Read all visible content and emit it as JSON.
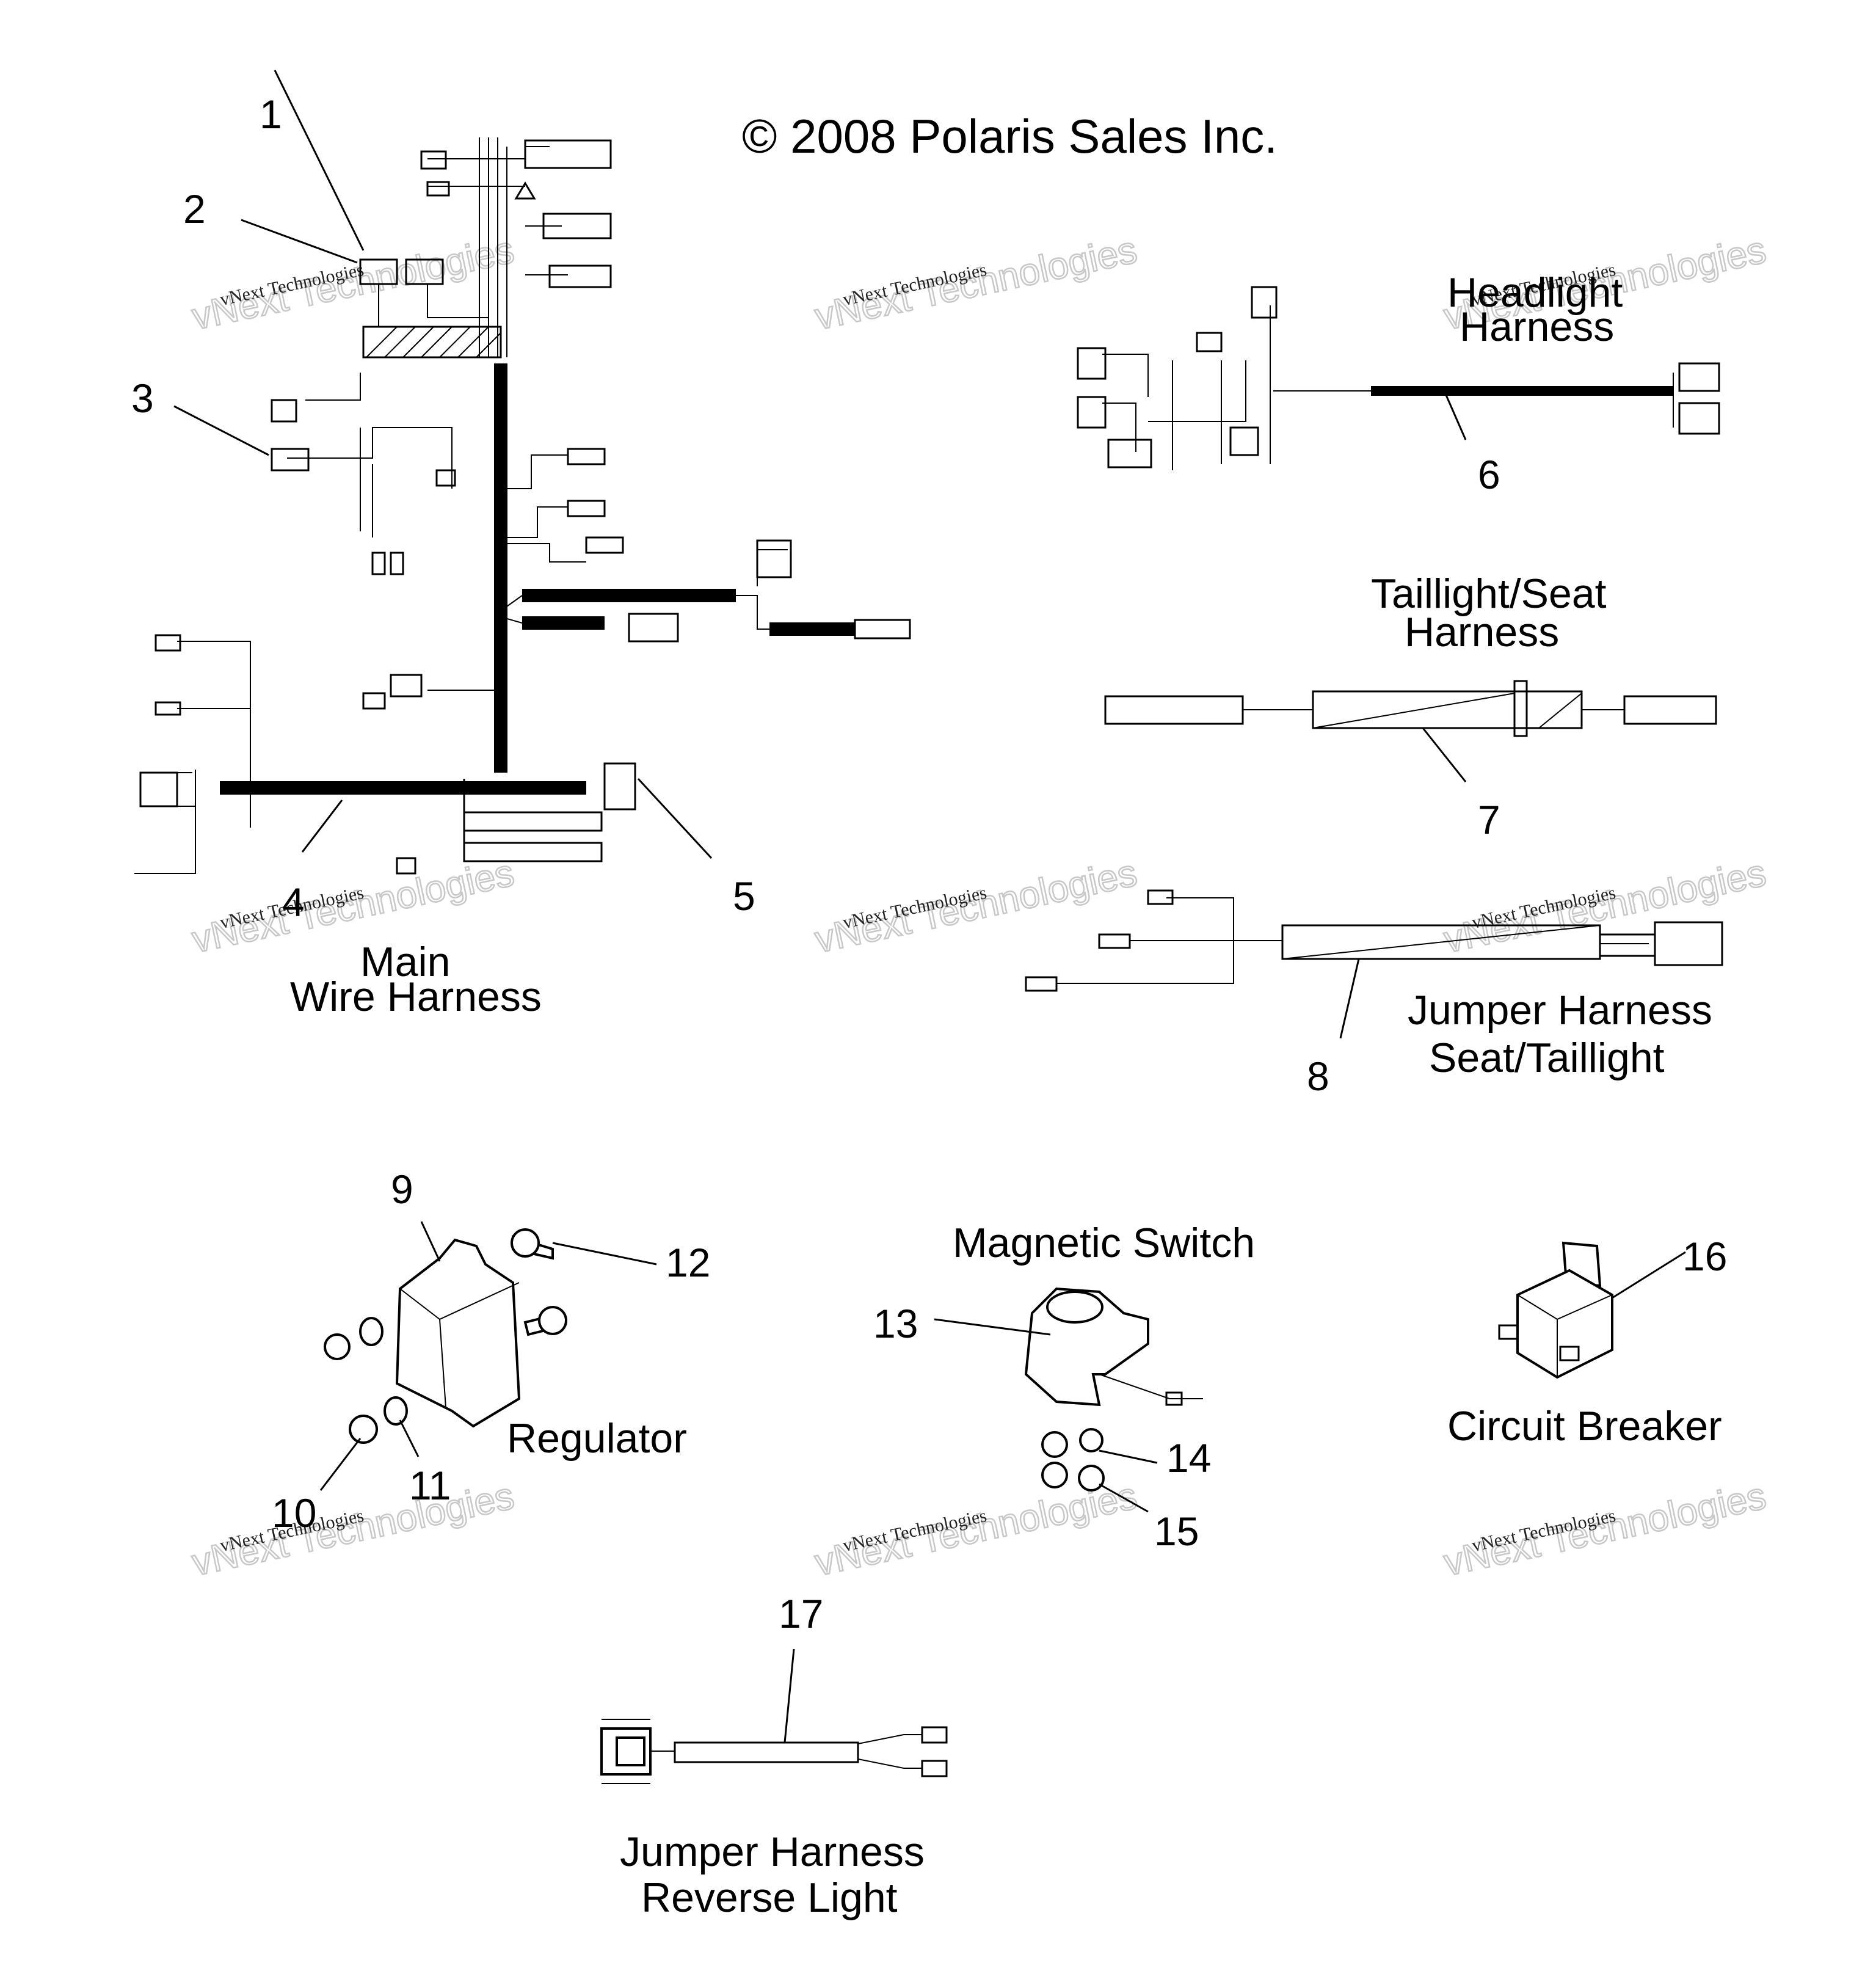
{
  "copyright": "© 2008 Polaris Sales Inc.",
  "watermark": {
    "line1": "vNext Technologies",
    "line2": "vNext Technologies"
  },
  "titles": {
    "main_line1": "Main",
    "main_line2": "Wire Harness",
    "headlight_line1": "Headlight",
    "headlight_line2": "Harness",
    "taillight_line1": "Taillight/Seat",
    "taillight_line2": "Harness",
    "jumper_seat_line1": "Jumper Harness",
    "jumper_seat_line2": "Seat/Taillight",
    "magnetic_switch": "Magnetic Switch",
    "regulator": "Regulator",
    "circuit_breaker": "Circuit Breaker",
    "jumper_reverse_line1": "Jumper Harness",
    "jumper_reverse_line2": "Reverse Light"
  },
  "callouts": [
    "1",
    "2",
    "3",
    "4",
    "5",
    "6",
    "7",
    "8",
    "9",
    "10",
    "11",
    "12",
    "13",
    "14",
    "15",
    "16",
    "17"
  ]
}
